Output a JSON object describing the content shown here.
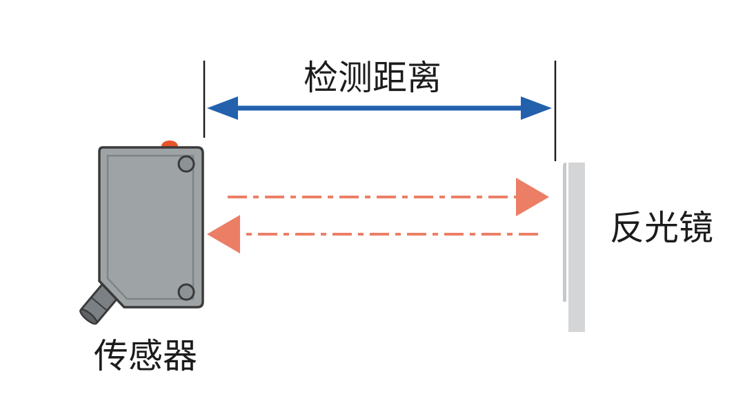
{
  "labels": {
    "detection_distance": "检测距离",
    "reflector": "反光镜",
    "sensor": "传感器"
  },
  "colors": {
    "distance_arrow": "#2361ad",
    "light_beam": "#ec7e66",
    "sensor_body": "#9ea3a6",
    "sensor_outline": "#3a3a3a",
    "indicator_led": "#e8552a",
    "reflector": "#d4d5d6",
    "text": "#1c1c1c"
  },
  "icons": {
    "sensor": "photoelectric-sensor-icon",
    "reflector": "reflector-plate-icon"
  }
}
